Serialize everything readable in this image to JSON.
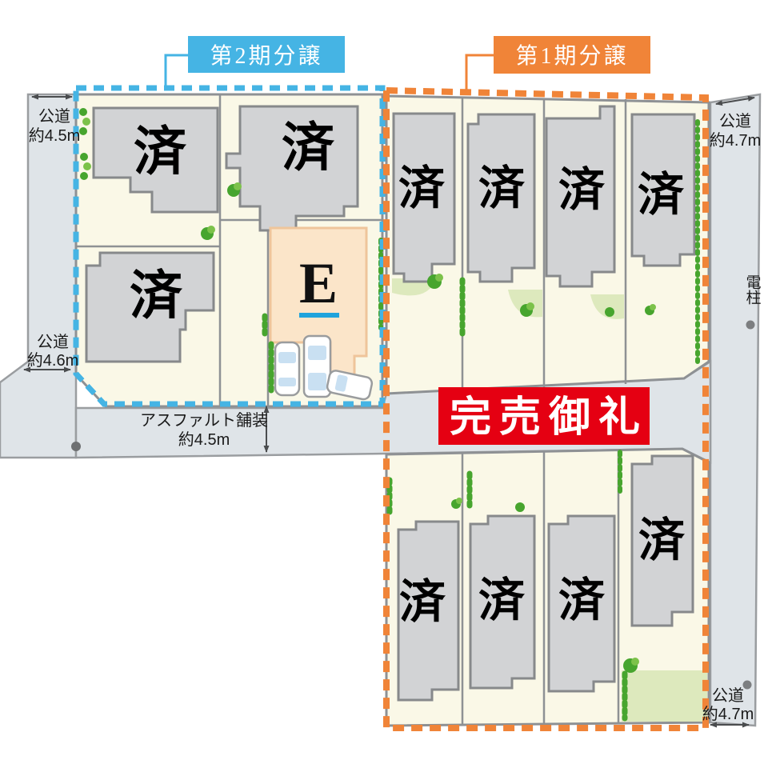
{
  "map": {
    "phase2": {
      "label": "第2期分譲",
      "color": "#45B4E4"
    },
    "phase1": {
      "label": "第1期分譲",
      "color": "#F08438"
    },
    "banner": {
      "label": "完売御礼",
      "bg": "#E50012"
    },
    "sold_mark": "済",
    "lot_e": {
      "label": "E",
      "underline_color": "#1FA3DC",
      "fill": "#FBE5C9"
    },
    "roads": {
      "left_top": {
        "name": "公道",
        "width": "約4.5m"
      },
      "left_bottom": {
        "name": "公道",
        "width": "約4.6m"
      },
      "right_top": {
        "name": "公道",
        "width": "約4.7m"
      },
      "right_bottom": {
        "name": "公道",
        "width": "約4.7m"
      },
      "asphalt": {
        "name": "アスファルト舗装",
        "width": "約4.5m"
      }
    },
    "utility_pole": {
      "label": "電柱"
    },
    "colors": {
      "lot": "#FAF8E7",
      "house": "#D2D3D5",
      "road": "#DFE4E8",
      "boundary": "#8E9194",
      "greenery": "#47A52E",
      "garden": "#DDE9BD"
    }
  }
}
